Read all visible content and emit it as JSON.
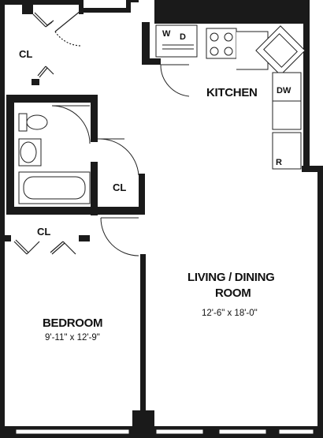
{
  "rooms": {
    "kitchen": {
      "name": "KITCHEN"
    },
    "living": {
      "name_line1": "LIVING / DINING",
      "name_line2": "ROOM",
      "dims": "12'-6\" x 18'-0\""
    },
    "bedroom": {
      "name": "BEDROOM",
      "dims": "9'-11\" x 12'-9\""
    },
    "closets": {
      "top_left": "CL",
      "hall": "CL",
      "bedroom": "CL"
    }
  },
  "appliances": {
    "washer": "W",
    "dryer": "D",
    "dishwasher": "DW",
    "refrigerator": "R"
  },
  "colors": {
    "wall": "#1a1a1a",
    "line": "#222222",
    "background": "#ffffff"
  }
}
